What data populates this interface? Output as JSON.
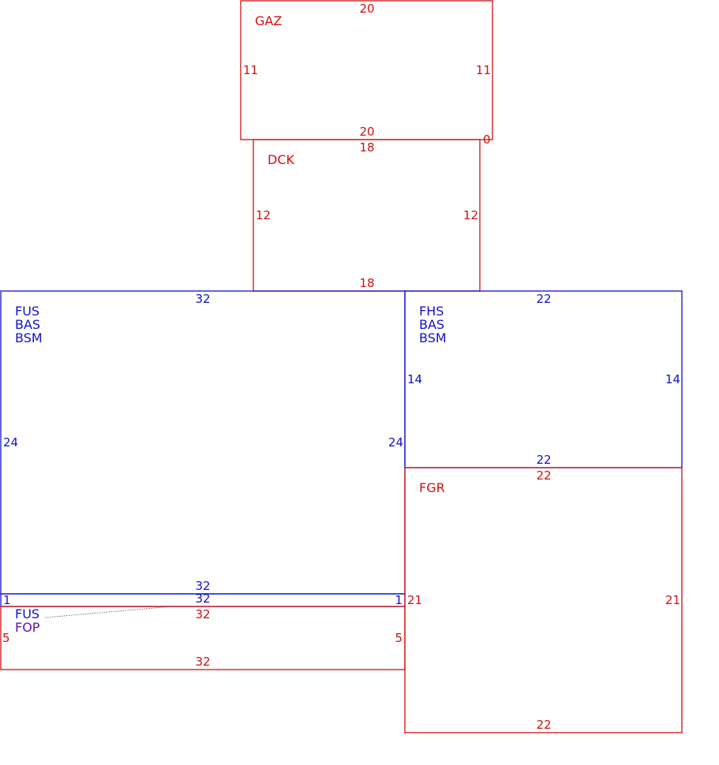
{
  "colors": {
    "red": "#cc1111",
    "blue": "#1111cc",
    "purple": "#6611aa"
  },
  "rooms": {
    "gaz": {
      "codes": [
        "GAZ"
      ],
      "top": "20",
      "bottom": "20",
      "left": "11",
      "right": "11",
      "corner": "0"
    },
    "dck": {
      "codes": [
        "DCK"
      ],
      "top": "18",
      "bottom": "18",
      "left": "12",
      "right": "12"
    },
    "fus": {
      "codes": [
        "FUS",
        "BAS",
        "BSM"
      ],
      "top": "32",
      "bottom": "32",
      "left": "24",
      "right": "24"
    },
    "fhs": {
      "codes": [
        "FHS",
        "BAS",
        "BSM"
      ],
      "top": "22",
      "bottom": "22",
      "left": "14",
      "right": "14"
    },
    "strip": {
      "top": "32",
      "left": "1",
      "right": "1"
    },
    "fop": {
      "codes": [
        "FUS",
        "FOP"
      ],
      "top": "32",
      "bottom": "32",
      "left": "5",
      "right": "5"
    },
    "fgr": {
      "codes": [
        "FGR"
      ],
      "top": "22",
      "bottom": "22",
      "left": "21",
      "right": "21"
    }
  }
}
